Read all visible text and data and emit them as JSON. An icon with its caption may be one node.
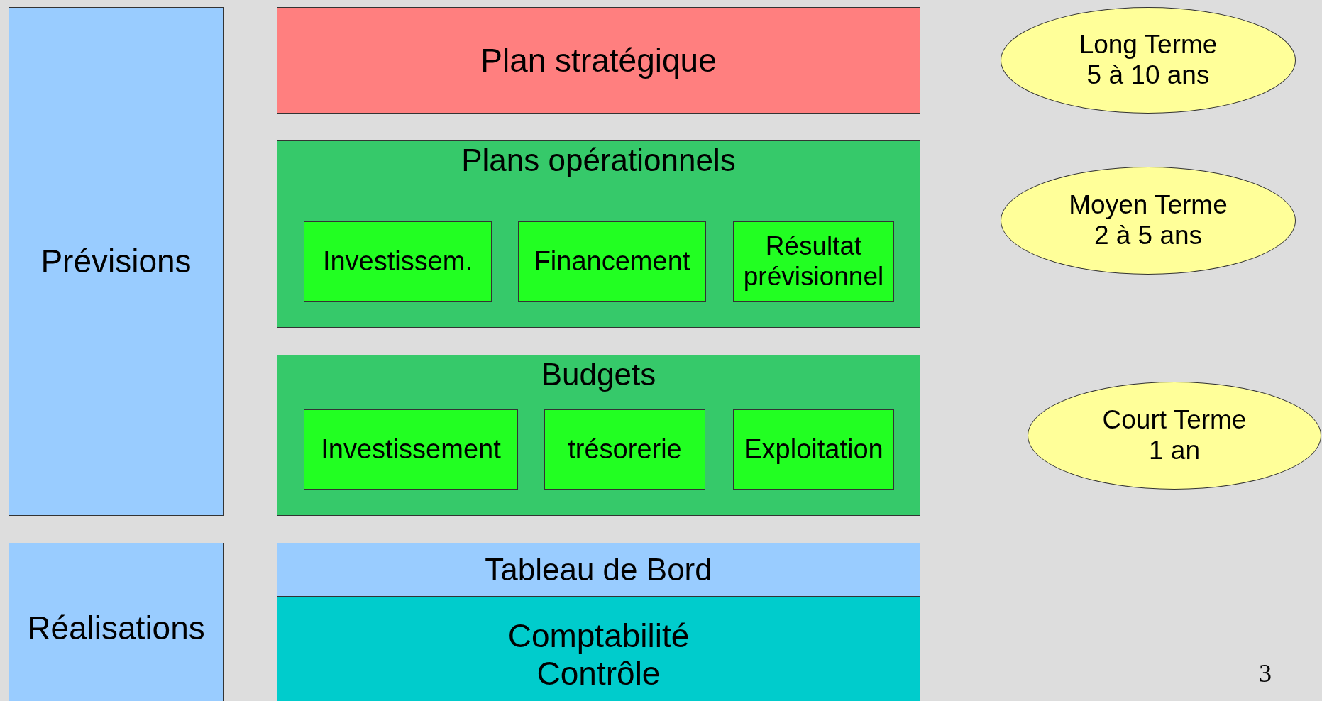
{
  "diagram": {
    "nodes": [
      {
        "text": [
          "Prévisions"
        ]
      },
      {
        "text": [
          "Plan stratégique"
        ]
      },
      {
        "text": [
          "Plans opérationnels"
        ]
      },
      {
        "text": [
          "Investissem."
        ],
        "in": 2
      },
      {
        "text": [
          "Financement"
        ],
        "in": 2
      },
      {
        "text": [
          "Résultat prévisionnel"
        ],
        "in": 2
      },
      {
        "text": [
          "Budgets"
        ]
      },
      {
        "text": [
          "Investissement"
        ],
        "in": 6
      },
      {
        "text": [
          "trésorerie"
        ],
        "in": 6
      },
      {
        "text": [
          "Exploitation"
        ],
        "in": 6
      },
      {
        "text": [
          "Réalisations"
        ]
      },
      {
        "text": [
          "Tableau de Bord"
        ]
      },
      {
        "text": [
          "Comptabilité",
          "Contrôle"
        ]
      },
      {
        "text": [
          "Long Terme",
          "5 à 10 ans"
        ]
      },
      {
        "text": [
          "Moyen Terme",
          "2 à 5 ans"
        ]
      },
      {
        "text": [
          "Court Terme",
          "1 an"
        ]
      }
    ],
    "edges": [],
    "labels": [
      "3"
    ]
  }
}
